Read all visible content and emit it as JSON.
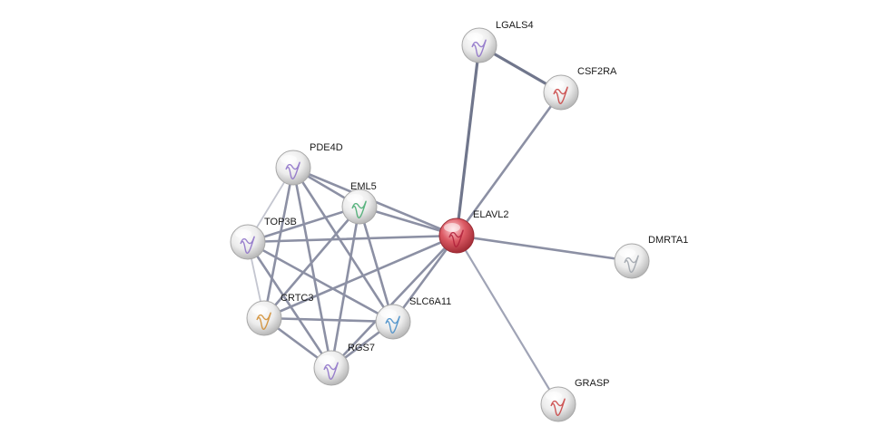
{
  "nodes": [
    {
      "id": "ELAVL2",
      "label": "ELAVL2",
      "query": true,
      "glyph_color": "#b0203a"
    },
    {
      "id": "LGALS4",
      "label": "LGALS4",
      "query": false,
      "glyph_color": "#8a6cc7"
    },
    {
      "id": "CSF2RA",
      "label": "CSF2RA",
      "query": false,
      "glyph_color": "#c83c3c"
    },
    {
      "id": "PDE4D",
      "label": "PDE4D",
      "query": false,
      "glyph_color": "#8a6cc7"
    },
    {
      "id": "EML5",
      "label": "EML5",
      "query": false,
      "glyph_color": "#3fa86b"
    },
    {
      "id": "TOP3B",
      "label": "TOP3B",
      "query": false,
      "glyph_color": "#8a6cc7"
    },
    {
      "id": "CRTC3",
      "label": "CRTC3",
      "query": false,
      "glyph_color": "#d08a2a"
    },
    {
      "id": "SLC6A11",
      "label": "SLC6A11",
      "query": false,
      "glyph_color": "#3f8ac7"
    },
    {
      "id": "RGS7",
      "label": "RGS7",
      "query": false,
      "glyph_color": "#8a6cc7"
    },
    {
      "id": "DMRTA1",
      "label": "DMRTA1",
      "query": false,
      "glyph_color": "#9aa0a8"
    },
    {
      "id": "GRASP",
      "label": "GRASP",
      "query": false,
      "glyph_color": "#c83c3c"
    }
  ],
  "edges": [
    {
      "source": "ELAVL2",
      "target": "LGALS4",
      "weight": "strong"
    },
    {
      "source": "ELAVL2",
      "target": "CSF2RA",
      "weight": "medium"
    },
    {
      "source": "LGALS4",
      "target": "CSF2RA",
      "weight": "strong"
    },
    {
      "source": "ELAVL2",
      "target": "DMRTA1",
      "weight": "medium"
    },
    {
      "source": "ELAVL2",
      "target": "GRASP",
      "weight": "light"
    },
    {
      "source": "ELAVL2",
      "target": "EML5",
      "weight": "medium"
    },
    {
      "source": "ELAVL2",
      "target": "PDE4D",
      "weight": "medium"
    },
    {
      "source": "ELAVL2",
      "target": "TOP3B",
      "weight": "medium"
    },
    {
      "source": "ELAVL2",
      "target": "CRTC3",
      "weight": "medium"
    },
    {
      "source": "ELAVL2",
      "target": "SLC6A11",
      "weight": "medium"
    },
    {
      "source": "ELAVL2",
      "target": "RGS7",
      "weight": "medium"
    },
    {
      "source": "PDE4D",
      "target": "EML5",
      "weight": "medium"
    },
    {
      "source": "PDE4D",
      "target": "TOP3B",
      "weight": "faint"
    },
    {
      "source": "PDE4D",
      "target": "CRTC3",
      "weight": "medium"
    },
    {
      "source": "PDE4D",
      "target": "SLC6A11",
      "weight": "medium"
    },
    {
      "source": "PDE4D",
      "target": "RGS7",
      "weight": "medium"
    },
    {
      "source": "EML5",
      "target": "TOP3B",
      "weight": "medium"
    },
    {
      "source": "EML5",
      "target": "CRTC3",
      "weight": "medium"
    },
    {
      "source": "EML5",
      "target": "SLC6A11",
      "weight": "medium"
    },
    {
      "source": "EML5",
      "target": "RGS7",
      "weight": "medium"
    },
    {
      "source": "TOP3B",
      "target": "CRTC3",
      "weight": "faint"
    },
    {
      "source": "TOP3B",
      "target": "SLC6A11",
      "weight": "medium"
    },
    {
      "source": "TOP3B",
      "target": "RGS7",
      "weight": "medium"
    },
    {
      "source": "CRTC3",
      "target": "SLC6A11",
      "weight": "medium"
    },
    {
      "source": "CRTC3",
      "target": "RGS7",
      "weight": "medium"
    },
    {
      "source": "SLC6A11",
      "target": "RGS7",
      "weight": "medium"
    }
  ],
  "colors": {
    "edge_strong": "#70768c",
    "edge_medium": "#8c90a4",
    "edge_light": "#a0a4b6",
    "edge_faint": "#c4c6d0",
    "node_default": "#e6e6e6",
    "node_query": "#d2555f"
  }
}
